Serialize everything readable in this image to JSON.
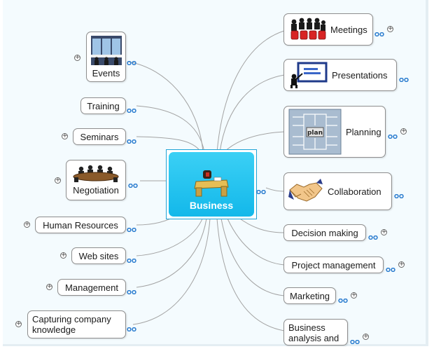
{
  "central": {
    "label": "Business",
    "icon": "desk-icon"
  },
  "topics": {
    "meetings": "Meetings",
    "presentations": "Presentations",
    "planning": "Planning",
    "plan_sign": "plan",
    "collaboration": "Collaboration",
    "decision_making": "Decision making",
    "project_management": "Project management",
    "marketing": "Marketing",
    "business_analysis": "Business\nanalysis and",
    "events": "Events",
    "training": "Training",
    "seminars": "Seminars",
    "negotiation": "Negotiation",
    "human_resources": "Human Resources",
    "web_sites": "Web sites",
    "management": "Management",
    "capturing_knowledge": "Capturing company\nknowledge"
  },
  "markers": {
    "expand_symbol": "+",
    "link_icon": "hyperlink-icon"
  },
  "colors": {
    "central_fill": "#20c4f0",
    "central_border": "#1fa3d6",
    "link_blue": "#2f7fd0",
    "branch_line": "#9a9a9a",
    "background": "#f4fbfe"
  }
}
